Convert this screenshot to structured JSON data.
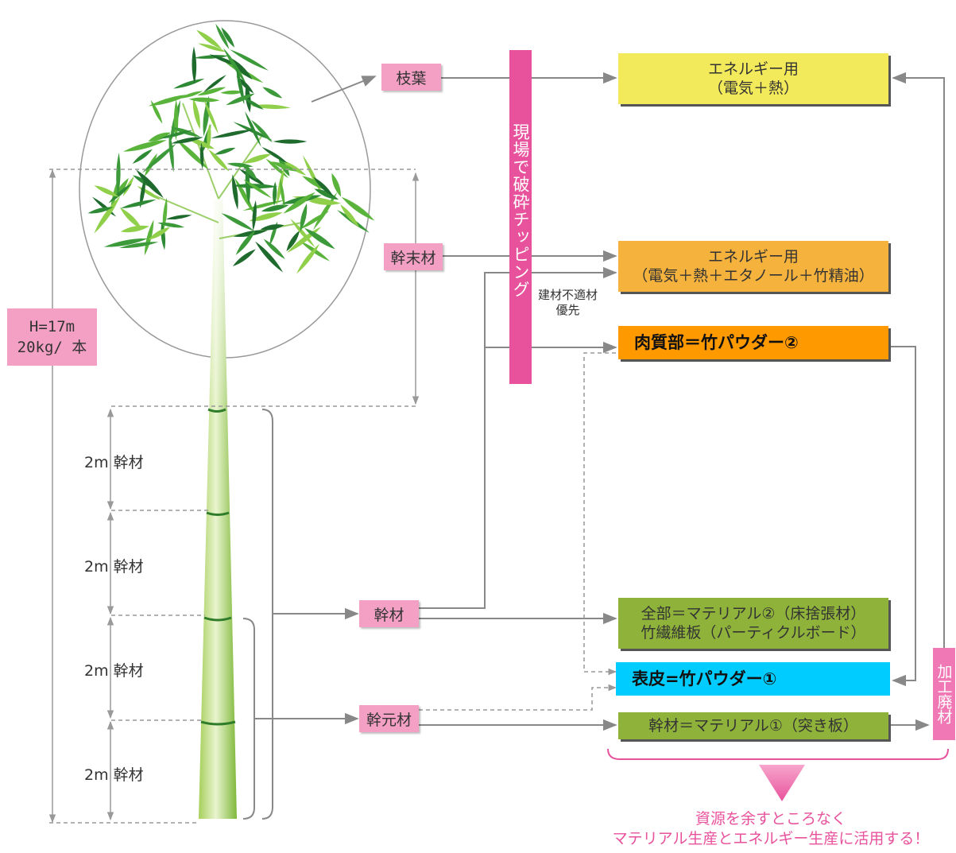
{
  "tree": {
    "height_line1": "H=17m",
    "height_line2": "20kg/ 本",
    "segment_label": "2m 幹材"
  },
  "parts": {
    "leaves": "枝葉",
    "top_trunk": "幹末材",
    "trunk": "幹材",
    "base_trunk": "幹元材"
  },
  "process_bar": "現場で破砕チッピング",
  "waste_bar": "加工廃材",
  "note": {
    "line1": "建材不適材",
    "line2": "優先"
  },
  "boxes": {
    "energy1_line1": "エネルギー用",
    "energy1_line2": "（電気＋熱）",
    "energy2_line1": "エネルギー用",
    "energy2_line2": "（電気＋熱＋エタノール＋竹精油）",
    "powder2": "肉質部＝竹パウダー②",
    "material2_line1": "全部＝マテリアル②（床捨張材）",
    "material2_line2": "竹繊維板（パーティクルボード）",
    "powder1": "表皮=竹パウダー①",
    "material1": "幹材＝マテリアル①（突き板）"
  },
  "footer": {
    "line1": "資源を余すところなく",
    "line2": "マテリアル生産とエネルギー生産に活用する！"
  },
  "colors": {
    "pink_label": "#f4a0c4",
    "magenta_bar": "#e8529c",
    "yellow_box": "#f2ea5a",
    "orange_box": "#f5b23c",
    "orange_powder": "#ff9900",
    "green_box": "#8fb33a",
    "cyan_box": "#00ccff"
  }
}
